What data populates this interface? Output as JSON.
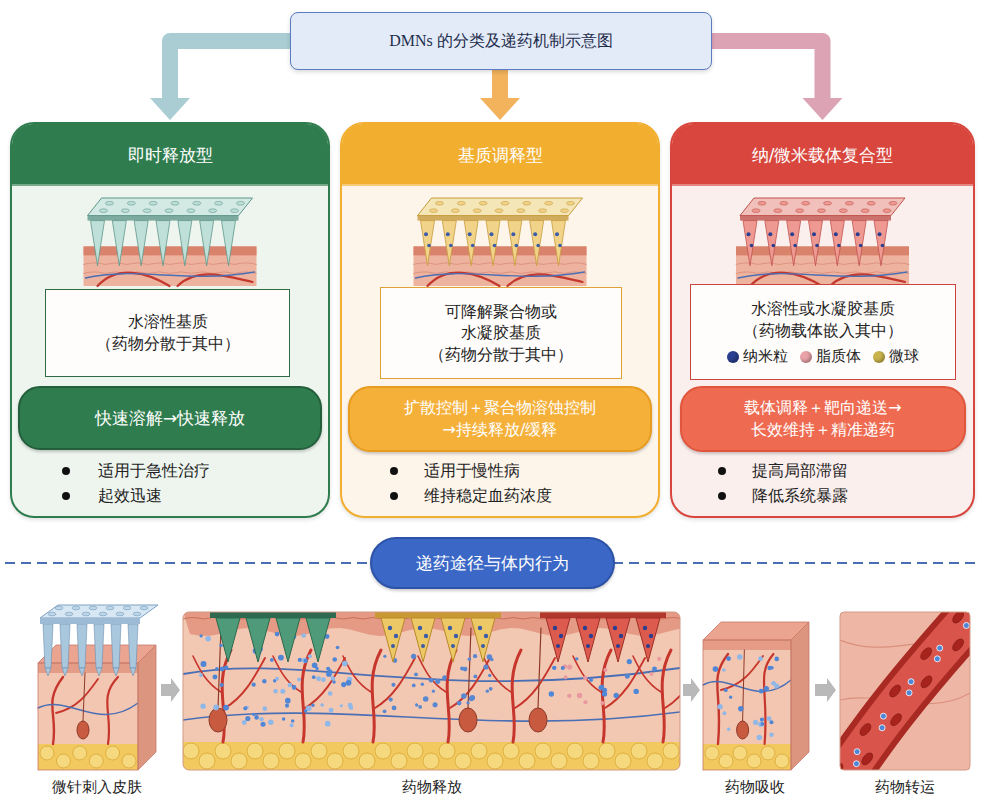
{
  "diagram": {
    "nodes": [
      {
        "text": [
          "DMNs 的分类及递药机制示意图"
        ]
      },
      {
        "text": [
          "即时释放型"
        ]
      },
      {
        "text": [
          "水溶性基质 （药物分散于其中）"
        ],
        "in": 1
      },
      {
        "text": [
          "快速溶解→快速释放"
        ],
        "in": 1
      },
      {
        "text": [
          "基质调释型"
        ]
      },
      {
        "text": [
          "可降解聚合物或 水凝胶基质 （药物分散于其中）"
        ],
        "in": 4
      },
      {
        "text": [
          "扩散控制＋聚合物溶蚀控制 →持续释放/缓释"
        ],
        "in": 4
      },
      {
        "text": [
          "纳/微米载体复合型"
        ]
      },
      {
        "text": [
          "水溶性或水凝胶基质 （药物载体嵌入其中）"
        ],
        "in": 7
      },
      {
        "text": [
          "载体调释＋靶向递送→ 长效维持＋精准递药"
        ],
        "in": 7
      },
      {
        "text": [
          "递药途径与体内行为"
        ]
      }
    ],
    "edges": [
      {
        "from": 0,
        "to": 1,
        "arrow": "to"
      },
      {
        "from": 0,
        "to": 4,
        "arrow": "to"
      },
      {
        "from": 0,
        "to": 7,
        "arrow": "to"
      }
    ],
    "labels": [
      "适用于急性治疗",
      "起效迅速",
      "适用于慢性病",
      "维持稳定血药浓度",
      "提高局部滞留",
      "降低系统暴露",
      "微针刺入皮肤",
      "药物释放",
      "药物吸收",
      "药物转运"
    ],
    "legend": [
      {
        "text": "纳米粒",
        "color": "#2a3f8f"
      },
      {
        "text": "脂质体",
        "color": "#e9a3a8"
      },
      {
        "text": "微球",
        "color": "#c8b44a"
      }
    ]
  }
}
